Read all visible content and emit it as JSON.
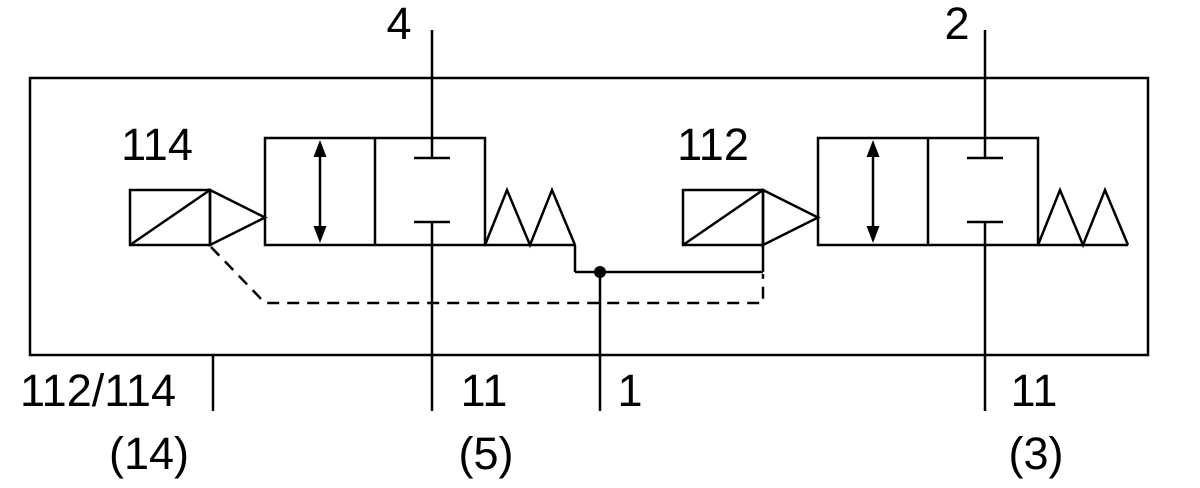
{
  "colors": {
    "line": "#000000",
    "background": "#ffffff"
  },
  "labels": {
    "port_top_left": "4",
    "port_top_right": "2",
    "solenoid_left": "114",
    "solenoid_right": "112",
    "pilot_ports": "112/114",
    "pilot_ports_paren": "(14)",
    "port_bottom_left": "11",
    "port_bottom_left_paren": "(5)",
    "port_supply": "1",
    "port_bottom_right": "11",
    "port_bottom_right_paren": "(3)"
  }
}
